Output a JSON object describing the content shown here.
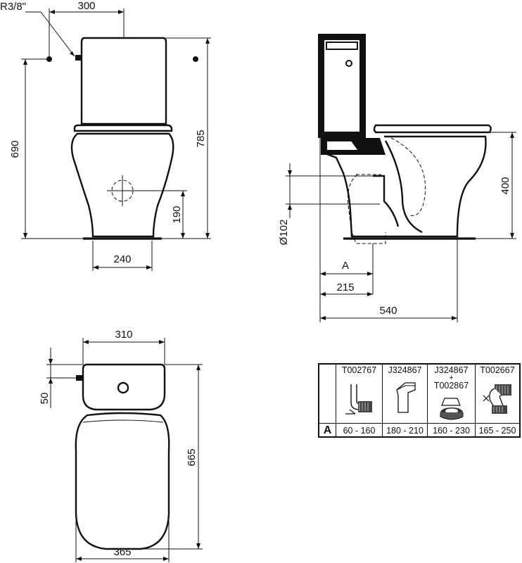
{
  "dimensions": {
    "inlet_thread": "R3/8\"",
    "inlet_offset": "300",
    "pan_height": "690",
    "total_height": "785",
    "outlet_height": "190",
    "outlet_width": "240",
    "seat_height": "400",
    "outlet_diameter": "Ø102",
    "setout_a": "A",
    "setout_215": "215",
    "depth": "540",
    "cistern_width": "310",
    "cistern_offset": "50",
    "plan_length": "665",
    "pan_width": "365"
  },
  "fittings_table": {
    "row_label": "A",
    "columns": [
      {
        "code_lines": [
          "T002767"
        ],
        "range": "60 - 160",
        "icon": "90-degree-bend-icon"
      },
      {
        "code_lines": [
          "J324867"
        ],
        "range": "180 - 210",
        "icon": "straight-connector-icon"
      },
      {
        "code_lines": [
          "J324867",
          "+",
          "T002867"
        ],
        "range": "160 - 230",
        "icon": "connector-extension-icon"
      },
      {
        "code_lines": [
          "T002667"
        ],
        "range": "165 - 250",
        "icon": "offset-bend-icon"
      }
    ]
  }
}
